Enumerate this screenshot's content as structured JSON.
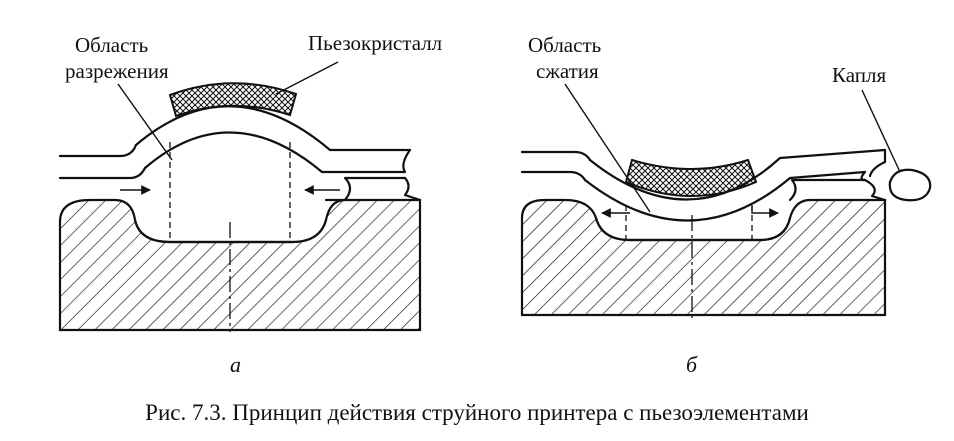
{
  "figure": {
    "caption": "Рис. 7.3. Принцип действия струйного принтера с пьезоэлементами"
  },
  "panel_a": {
    "label_rarefaction_line1": "Область",
    "label_rarefaction_line2": "разрежения",
    "label_piezo": "Пьезокристалл",
    "sublabel": "а"
  },
  "panel_b": {
    "label_compression_line1": "Область",
    "label_compression_line2": "сжатия",
    "label_drop": "Капля",
    "sublabel": "б"
  }
}
